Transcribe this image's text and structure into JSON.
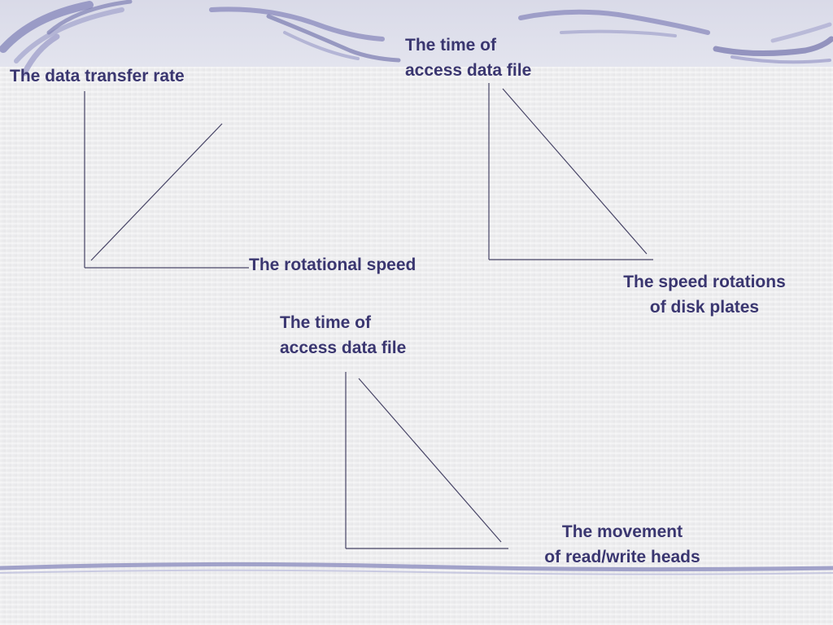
{
  "graphs": [
    {
      "y_label": "The data transfer rate",
      "x_label": "The rotational speed",
      "relationship": "increasing"
    },
    {
      "y_label_lines": [
        "The time of",
        "access data file"
      ],
      "x_label_lines": [
        "The speed rotations",
        "of disk plates"
      ],
      "relationship": "decreasing"
    },
    {
      "y_label_lines": [
        "The time of",
        "access data file"
      ],
      "x_label_lines": [
        "The movement",
        "of read/write heads"
      ],
      "relationship": "decreasing"
    }
  ],
  "colors": {
    "text": "#3a3670",
    "axis": "#474466",
    "decoration": "#8e8fbf",
    "background": "#ececee"
  }
}
